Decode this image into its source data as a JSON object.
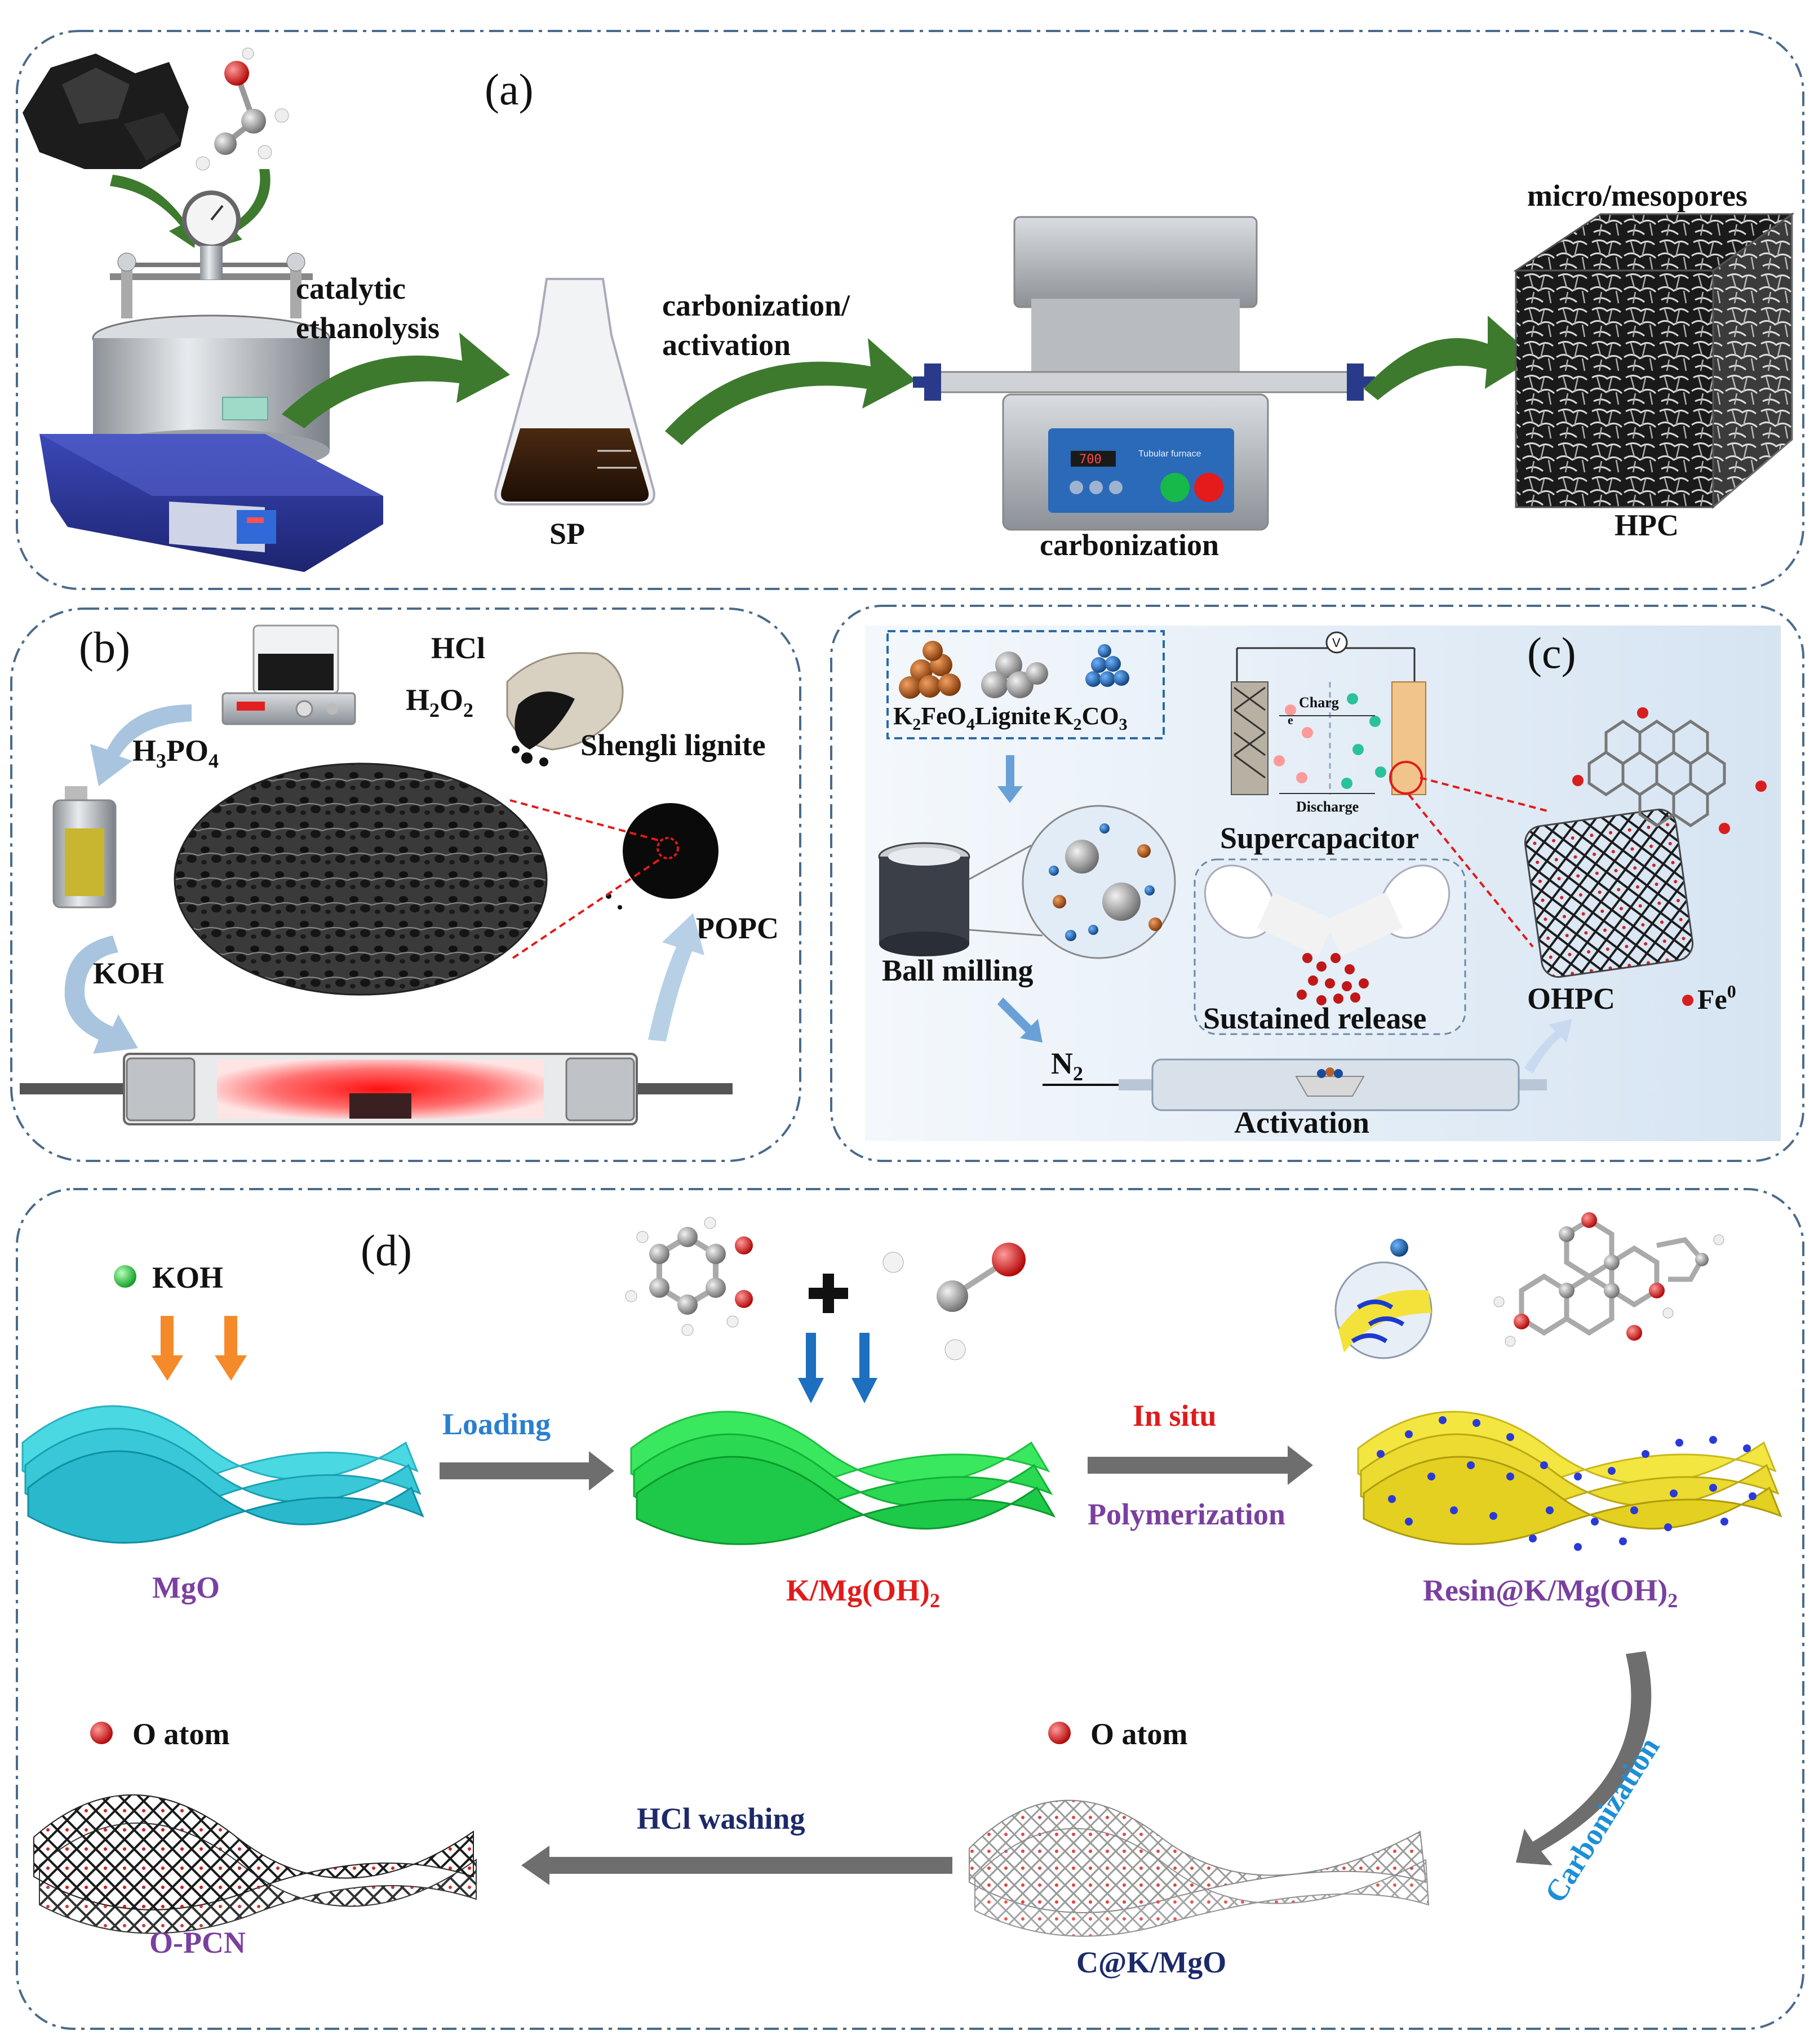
{
  "panel_a": {
    "letter": "(a)",
    "step1_label_line1": "catalytic",
    "step1_label_line2": "ethanolysis",
    "step2_label_line1": "carbonization/",
    "step2_label_line2": "activation",
    "flask_label": "SP",
    "furnace_label": "carbonization",
    "furnace_display": "700",
    "furnace_brand": "Tubular furnace",
    "product_label": "HPC",
    "pores_label": "micro/mesopores"
  },
  "panel_b": {
    "letter": "(b)",
    "acid1": "HCl",
    "acid2_main": "H",
    "acid2_sub": "2",
    "acid2_main2": "O",
    "acid2_sub2": "2",
    "phos_h": "H",
    "phos_sub1": "3",
    "phos_po": "PO",
    "phos_sub2": "4",
    "coal_label": "Shengli lignite",
    "koh_label": "KOH",
    "product_label": "POPC"
  },
  "panel_c": {
    "letter": "(c)",
    "reagent1_a": "K",
    "reagent1_s1": "2",
    "reagent1_b": "FeO",
    "reagent1_s2": "4",
    "reagent2": "Lignite",
    "reagent3_a": "K",
    "reagent3_s1": "2",
    "reagent3_b": "CO",
    "reagent3_s2": "3",
    "milling_label": "Ball milling",
    "gas_main": "N",
    "gas_sub": "2",
    "activation_label": "Activation",
    "device_label": "Supercapacitor",
    "charge_label": "Charg",
    "electron_label": "e",
    "discharge_label": "Discharge",
    "voltmeter": "V",
    "release_label": "Sustained release",
    "product_label": "OHPC",
    "iron_main": "Fe",
    "iron_sup": "0"
  },
  "panel_d": {
    "letter": "(d)",
    "koh_label": "KOH",
    "loading_label": "Loading",
    "insitu_label": "In situ",
    "poly_label": "Polymerization",
    "mgo_label": "MgO",
    "kmg_label_a": "K/Mg(OH)",
    "kmg_label_sub": "2",
    "resin_label_a": "Resin@K/Mg(OH)",
    "resin_label_sub": "2",
    "carbonization_label": "Carbonization",
    "o_atom_label_1": "O atom",
    "o_atom_label_2": "O atom",
    "hcl_label": "HCl washing",
    "opcn_label": "O-PCN",
    "ckmgo_label": "C@K/MgO"
  },
  "colors": {
    "green_arrow": "#3d7a2e",
    "panel_border": "#4a6b8a",
    "purple_label": "#7a3fa0",
    "red_label": "#e01b1b",
    "blue_label": "#2a7fd0",
    "cyan_sheet": "#3fd6e0",
    "green_sheet": "#2fe05a",
    "yellow_sheet": "#f2e23a"
  }
}
